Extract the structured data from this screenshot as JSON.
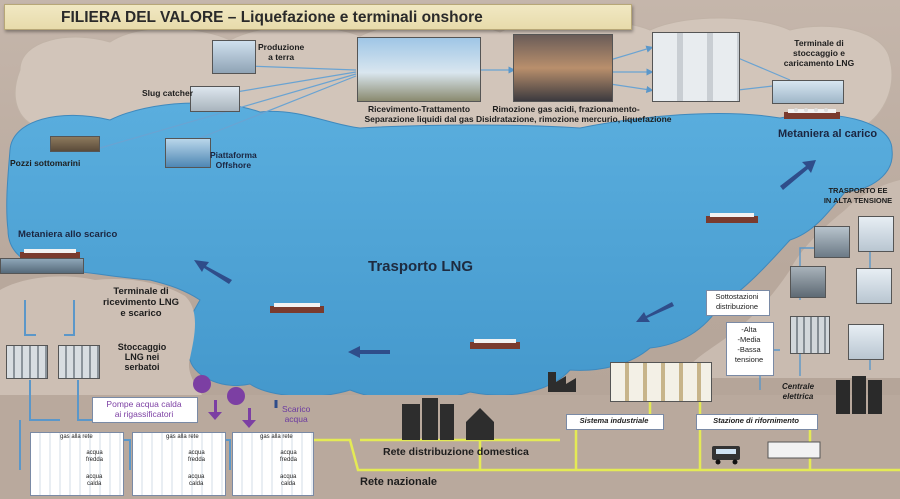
{
  "title": "FILIERA DEL VALORE – Liquefazione e terminali onshore",
  "center_label": "Trasporto LNG",
  "labels": {
    "produzione": "Produzione\na terra",
    "slug_catcher": "Slug catcher",
    "ricevimento": "Ricevimento-Trattamento\nSeparazione liquidi dal gas",
    "rimozione": "Rimozione gas acidi, frazionamento-\nDisidratazione, rimozione mercurio, liquefazione",
    "terminale_stoccaggio": "Terminale di\nstoccaggio e\ncaricamento LNG",
    "metaniera_carico": "Metaniera al carico",
    "pozzi": "Pozzi sottomarini",
    "piattaforma": "Piattaforma\nOffshore",
    "metaniera_scarico": "Metaniera allo  scarico",
    "terminali_ricevimento": "Terminale di\nricevimento LNG\ne scarico",
    "stoccaggio_serbatoi": "Stoccaggio\nLNG nei\nserbatoi",
    "pompe": "Pompe acqua calda\nai rigassificatori",
    "scarico_acqua": "Scarico\nacqua",
    "trasporto_ee": "TRASPORTO EE\nIN ALTA TENSIONE",
    "sottostazioni": "Sottostazioni\ndistribuzione",
    "tensioni": "-Alta\n-Media\n-Bassa\ntensione",
    "centrale": "Centrale\nelettrica",
    "sistema_industriale": "Sistema industriale",
    "stazione": "Stazione di rifornimento",
    "rete_domestica": "Rete distribuzione domestica",
    "rete_nazionale": "Rete nazionale",
    "gas_alla_rete": "gas alla rete",
    "acqua_fredda": "acqua\nfredda",
    "acqua_calda": "acqua\ncalda"
  },
  "colors": {
    "sea": "#4fa5d6",
    "cloud": "#d3c6bb",
    "pipe": "#5b97c9",
    "gas_line": "#e6ec5a",
    "arrow": "#2f4d8a",
    "purple": "#7c3fa3",
    "title_bg": "#ede3b8"
  }
}
